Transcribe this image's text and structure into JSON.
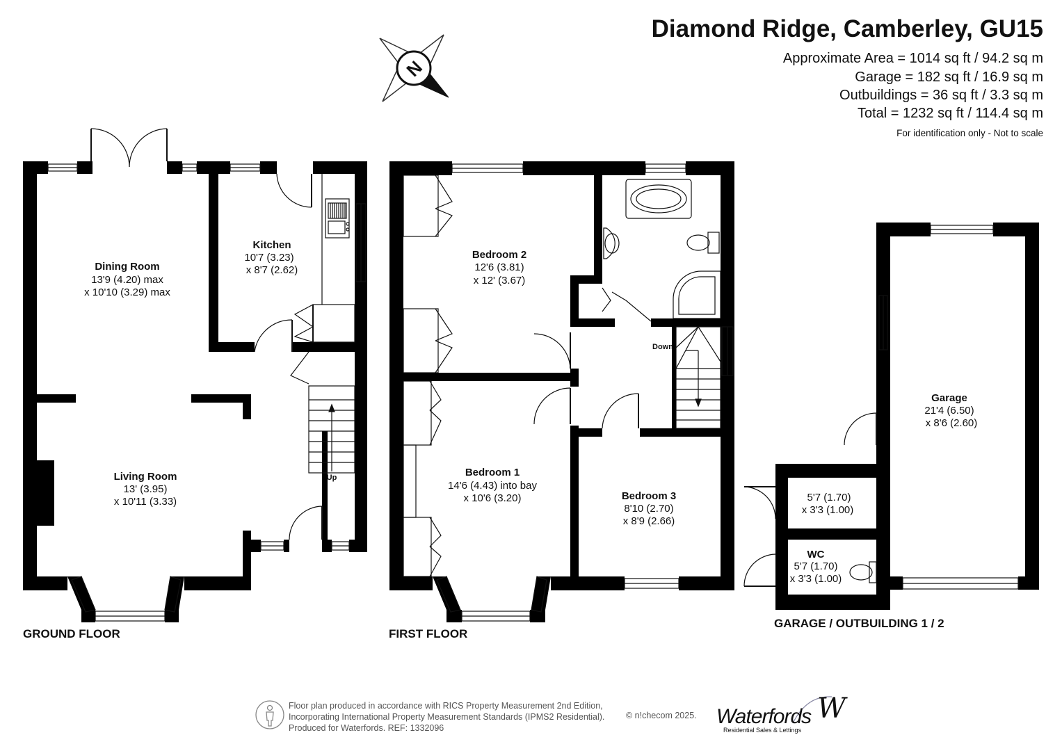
{
  "header": {
    "title": "Diamond Ridge, Camberley, GU15",
    "areas": [
      "Approximate Area = 1014 sq ft / 94.2 sq m",
      "Garage = 182 sq ft / 16.9 sq m",
      "Outbuildings = 36 sq ft / 3.3 sq m",
      "Total = 1232 sq ft / 114.4 sq m"
    ],
    "disclaimer": "For identification only - Not to scale"
  },
  "compass": {
    "letter": "N"
  },
  "floors": {
    "ground": "GROUND FLOOR",
    "first": "FIRST FLOOR",
    "garage": "GARAGE / OUTBUILDING 1 / 2"
  },
  "rooms": {
    "dining": {
      "name": "Dining Room",
      "dim1": "13'9 (4.20) max",
      "dim2": "x 10'10 (3.29) max"
    },
    "kitchen": {
      "name": "Kitchen",
      "dim1": "10'7 (3.23)",
      "dim2": "x 8'7 (2.62)"
    },
    "living": {
      "name": "Living Room",
      "dim1": "13' (3.95)",
      "dim2": "x 10'11 (3.33)"
    },
    "bedroom2": {
      "name": "Bedroom 2",
      "dim1": "12'6 (3.81)",
      "dim2": "x 12' (3.67)"
    },
    "bedroom1": {
      "name": "Bedroom 1",
      "dim1": "14'6 (4.43) into bay",
      "dim2": "x 10'6 (3.20)"
    },
    "bedroom3": {
      "name": "Bedroom 3",
      "dim1": "8'10 (2.70)",
      "dim2": "x 8'9 (2.66)"
    },
    "garage": {
      "name": "Garage",
      "dim1": "21'4 (6.50)",
      "dim2": "x 8'6 (2.60)"
    },
    "outbuilding": {
      "dim1": "5'7 (1.70)",
      "dim2": "x 3'3 (1.00)"
    },
    "wc": {
      "name": "WC",
      "dim1": "5'7 (1.70)",
      "dim2": "x 3'3 (1.00)"
    }
  },
  "stairs": {
    "up": "Up",
    "down": "Down"
  },
  "footer": {
    "lines": [
      "Floor plan produced in accordance with RICS Property Measurement 2nd Edition,",
      "Incorporating International Property Measurement Standards (IPMS2 Residential).",
      "Produced for Waterfords.   REF:  1332096"
    ],
    "copyright": "© n!checom 2025.",
    "brand": "Waterfords",
    "brand_tagline": "Residential Sales & Lettings"
  }
}
